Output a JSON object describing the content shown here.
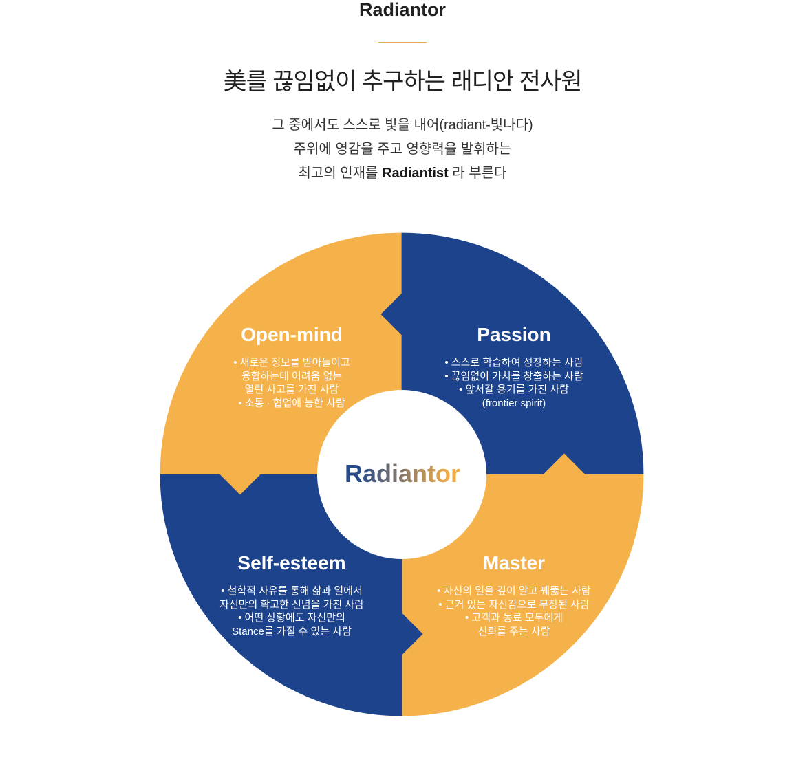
{
  "section": {
    "title": "Radiantor",
    "headline": "美를 끊임없이 추구하는 래디안 전사원",
    "intro": [
      "그 중에서도 스스로 빛을 내어(radiant-빛나다)",
      "주위에 영감을 주고 영향력을 발휘하는"
    ],
    "intro_last": {
      "before": "최고의 인재를",
      "bold": "Radiantist",
      "after": "라 부른다"
    }
  },
  "diagram": {
    "center_label": "Radiantor",
    "quadrants": {
      "open_mind": {
        "title": "Open-mind",
        "lines": [
          "• 새로운 정보를 받아들이고",
          "융합하는데 어려움 없는",
          "열린 사고를 가진 사람",
          "• 소통 · 협업에 능한 사람"
        ]
      },
      "passion": {
        "title": "Passion",
        "lines": [
          "• 스스로 학습하여 성장하는 사람",
          "• 끊임없이 가치를 창출하는 사람",
          "• 앞서갈 용기를 가진 사람",
          "(frontier spirit)"
        ]
      },
      "self_esteem": {
        "title": "Self-esteem",
        "lines": [
          "• 철학적 사유를 통해 삶과 일에서",
          "자신만의 확고한 신념을 가진 사람",
          "• 어떤 상황에도 자신만의",
          "Stance를 가질 수 있는 사람"
        ]
      },
      "master": {
        "title": "Master",
        "lines": [
          "• 자신의 일을 깊이 알고 꿰뚫는 사람",
          "• 근거 있는 자신감으로 무장된 사람",
          "• 고객과 동료 모두에게",
          "신뢰를 주는 사람"
        ]
      }
    }
  },
  "colors": {
    "orange": "#f5b24a",
    "navy": "#1c438b",
    "divider": "#e6ab56",
    "label_gradient_start": "#274a89",
    "label_gradient_end": "#f1ac46"
  }
}
